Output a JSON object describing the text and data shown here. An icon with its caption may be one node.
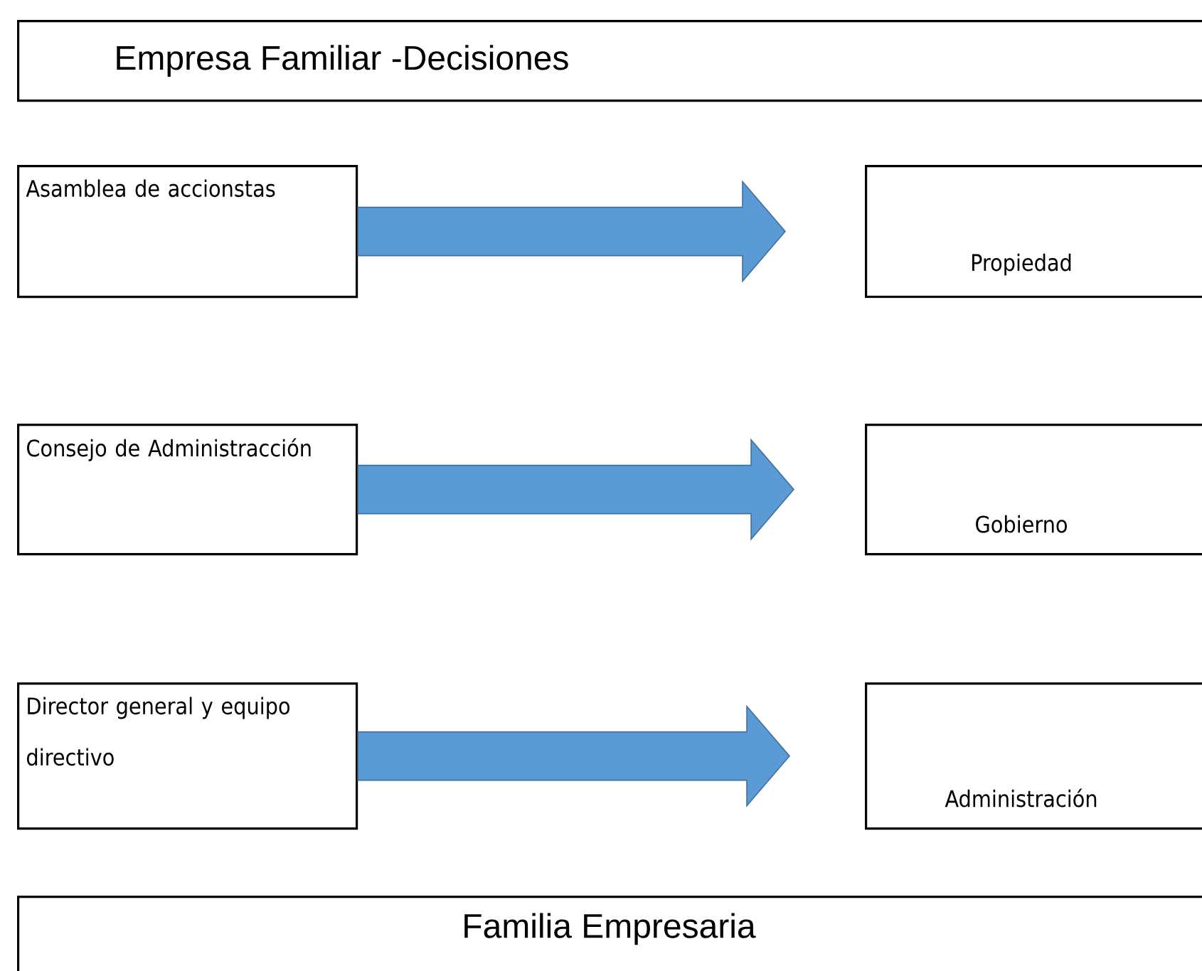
{
  "diagram": {
    "nodes": [
      {
        "text": [
          "Empresa Familiar -Decisiones"
        ]
      },
      {
        "text": [
          "Asamblea de accionstas"
        ]
      },
      {
        "text": [
          "Propiedad"
        ]
      },
      {
        "text": [
          "Consejo de Administracción"
        ]
      },
      {
        "text": [
          "Gobierno"
        ]
      },
      {
        "text": [
          "Director general y equipo directivo"
        ]
      },
      {
        "text": [
          "Administración"
        ]
      },
      {
        "text": [
          "Familia Empresaria"
        ]
      }
    ],
    "edges": [
      {
        "from": 1,
        "to": 2,
        "arrow": "to"
      },
      {
        "from": 3,
        "to": 4,
        "arrow": "to"
      },
      {
        "from": 5,
        "to": 6,
        "arrow": "to"
      }
    ]
  }
}
